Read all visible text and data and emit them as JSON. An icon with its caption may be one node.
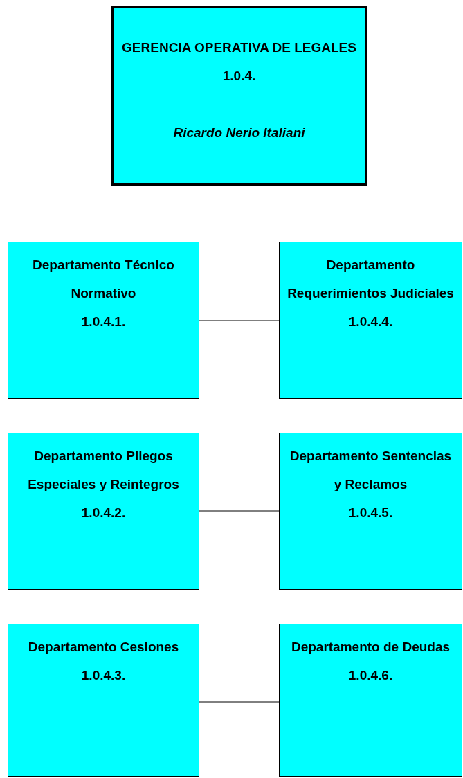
{
  "diagram": {
    "nodes": [
      {
        "text": [
          "GERENCIA OPERATIVA DE LEGALES",
          "1.0.4.",
          "Ricardo Nerio Italiani"
        ]
      },
      {
        "text": [
          "Departamento Técnico Normativo",
          "1.0.4.1."
        ]
      },
      {
        "text": [
          "Departamento Requerimientos Judiciales",
          "1.0.4.4."
        ]
      },
      {
        "text": [
          "Departamento Pliegos Especiales y Reintegros",
          "1.0.4.2."
        ]
      },
      {
        "text": [
          "Departamento Sentencias y Reclamos",
          "1.0.4.5."
        ]
      },
      {
        "text": [
          "Departamento Cesiones",
          "1.0.4.3."
        ]
      },
      {
        "text": [
          "Departamento de Deudas",
          "1.0.4.6."
        ]
      }
    ],
    "edges": [
      {
        "from": 0,
        "to": 1,
        "arrow": "none"
      },
      {
        "from": 0,
        "to": 2,
        "arrow": "none"
      },
      {
        "from": 0,
        "to": 3,
        "arrow": "none"
      },
      {
        "from": 0,
        "to": 4,
        "arrow": "none"
      },
      {
        "from": 0,
        "to": 5,
        "arrow": "none"
      },
      {
        "from": 0,
        "to": 6,
        "arrow": "none"
      }
    ]
  }
}
